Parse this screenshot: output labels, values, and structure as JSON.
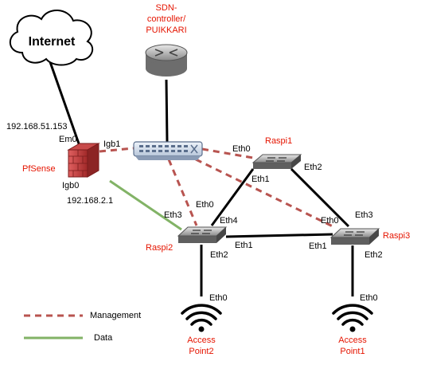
{
  "nodes": {
    "internet": "Internet",
    "sdn_line1": "SDN-",
    "sdn_line2": "controller/",
    "sdn_line3": "PUIKKARI",
    "pfsense": "PfSense",
    "raspi1": "Raspi1",
    "raspi2": "Raspi2",
    "raspi3": "Raspi3",
    "ap2_line1": "Access",
    "ap2_line2": "Point2",
    "ap1_line1": "Access",
    "ap1_line2": "Point1"
  },
  "addresses": {
    "wan_ip": "192.168.51.153",
    "lan_ip": "192.168.2.1"
  },
  "ports": {
    "pf_em0": "Em0",
    "pf_igb1": "Igb1",
    "pf_igb0": "Igb0",
    "r1_eth0": "Eth0",
    "r1_eth1": "Eth1",
    "r1_eth2": "Eth2",
    "r2_eth0": "Eth0",
    "r2_eth3": "Eth3",
    "r2_eth4": "Eth4",
    "r2_eth1": "Eth1",
    "r2_eth2": "Eth2",
    "r3_eth0": "Eth0",
    "r3_eth3": "Eth3",
    "r3_eth1": "Eth1",
    "r3_eth2": "Eth2",
    "ap2_eth0": "Eth0",
    "ap1_eth0": "Eth0"
  },
  "legend": {
    "management": "Management",
    "data": "Data"
  },
  "colors": {
    "management": "#b85450",
    "data": "#82b366",
    "link": "#000000",
    "red_label": "#e51400"
  }
}
